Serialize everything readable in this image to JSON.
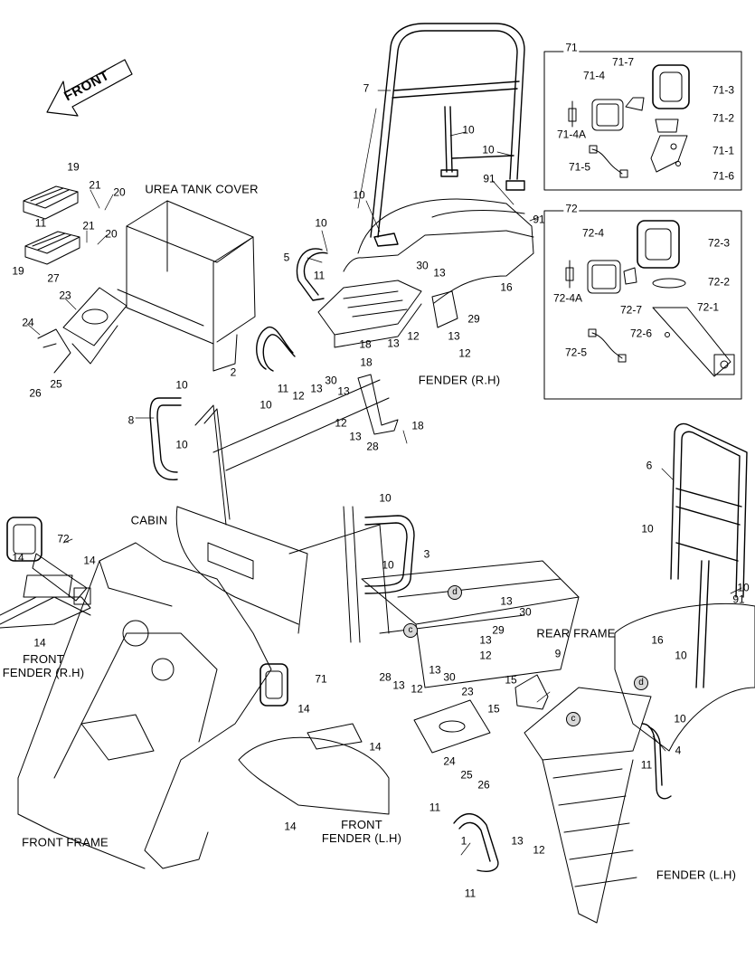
{
  "front_arrow": "FRONT",
  "captions": {
    "urea_tank_cover": "UREA TANK COVER",
    "fender_rh": "FENDER (R.H)",
    "cabin": "CABIN",
    "front_fender_rh": "FRONT\nFENDER (R.H)",
    "rear_frame": "REAR FRAME",
    "front_frame": "FRONT FRAME",
    "front_fender_lh": "FRONT\nFENDER (L.H)",
    "fender_lh": "FENDER (L.H)"
  },
  "inset_71": {
    "title": "71",
    "parts": [
      "71-1",
      "71-2",
      "71-3",
      "71-4",
      "71-4A",
      "71-5",
      "71-6",
      "71-7"
    ]
  },
  "inset_72": {
    "title": "72",
    "parts": [
      "72-1",
      "72-2",
      "72-3",
      "72-4",
      "72-4A",
      "72-5",
      "72-6",
      "72-7"
    ]
  },
  "callouts": [
    "7",
    "10",
    "10",
    "91",
    "10",
    "91",
    "10",
    "19",
    "21",
    "20",
    "11",
    "21",
    "20",
    "19",
    "27",
    "5",
    "11",
    "30",
    "13",
    "16",
    "23",
    "29",
    "24",
    "26",
    "25",
    "18",
    "13",
    "12",
    "13",
    "12",
    "2",
    "11",
    "12",
    "13",
    "30",
    "13",
    "18",
    "FENDER",
    "8",
    "10",
    "10",
    "12",
    "13",
    "28",
    "18",
    "6",
    "10",
    "10",
    "91",
    "10",
    "3",
    "CABIN",
    "72",
    "14",
    "14",
    "14",
    "10",
    "13",
    "30",
    "29",
    "16",
    "13",
    "12",
    "9",
    "28",
    "13",
    "30",
    "13",
    "12",
    "15",
    "71",
    "14",
    "23",
    "15",
    "10",
    "14",
    "4",
    "24",
    "25",
    "26",
    "11",
    "11",
    "1",
    "13",
    "12",
    "11",
    "14"
  ],
  "circle_markers": [
    "d",
    "c",
    "c",
    "d"
  ]
}
